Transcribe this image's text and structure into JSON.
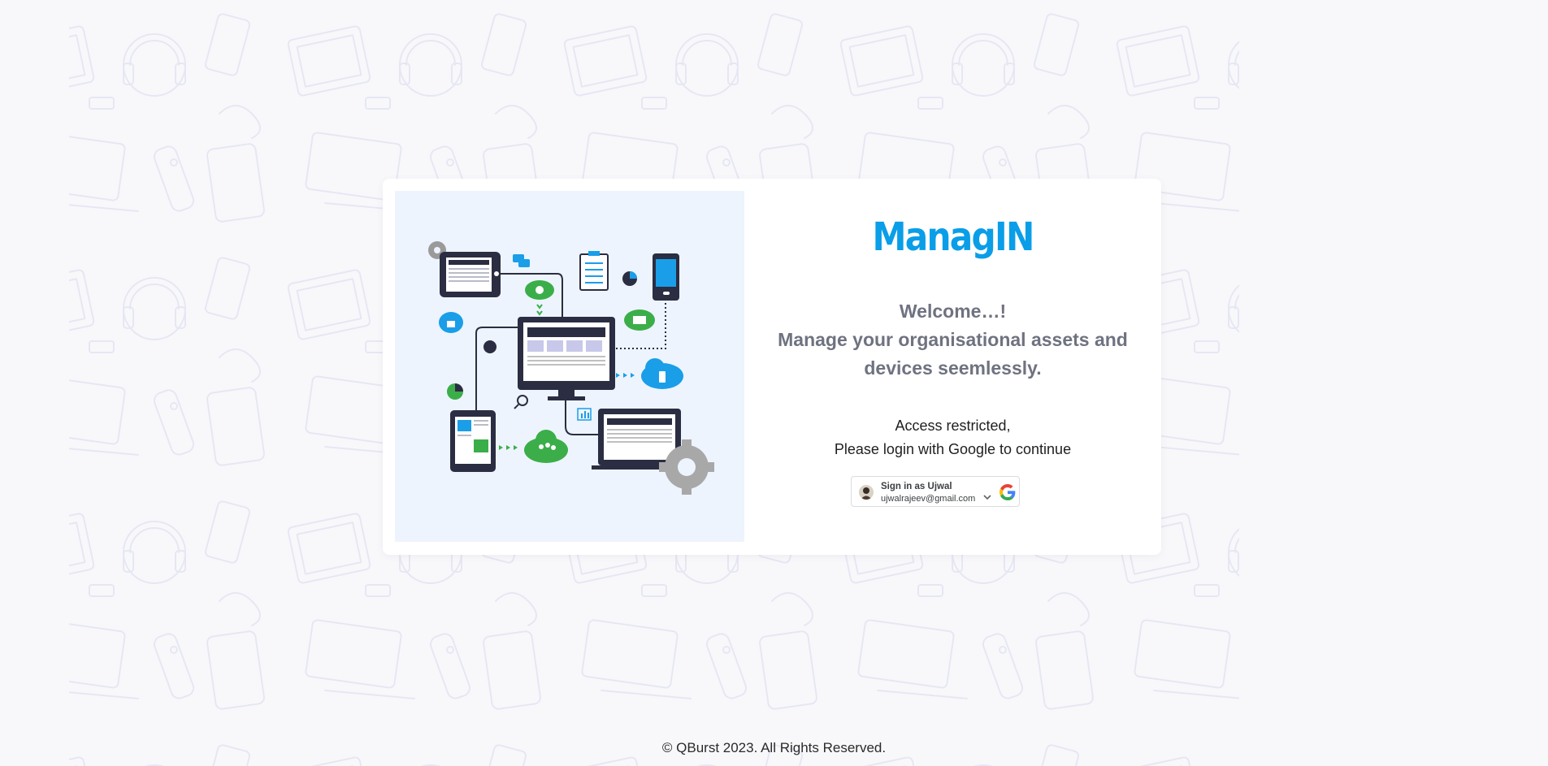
{
  "brand": {
    "name": "ManagIN",
    "color": "#0a9ee8"
  },
  "welcome": {
    "line1": "Welcome…!",
    "line2": "Manage your organisational assets and",
    "line3": "devices seemlessly."
  },
  "access": {
    "line1": "Access restricted,",
    "line2": "Please login with Google to continue"
  },
  "google_signin": {
    "title": "Sign in as Ujwal",
    "email": "ujwalrajeev@gmail.com",
    "icon": "google-g-icon"
  },
  "footer": {
    "text": "© QBurst 2023. All Rights Reserved."
  }
}
